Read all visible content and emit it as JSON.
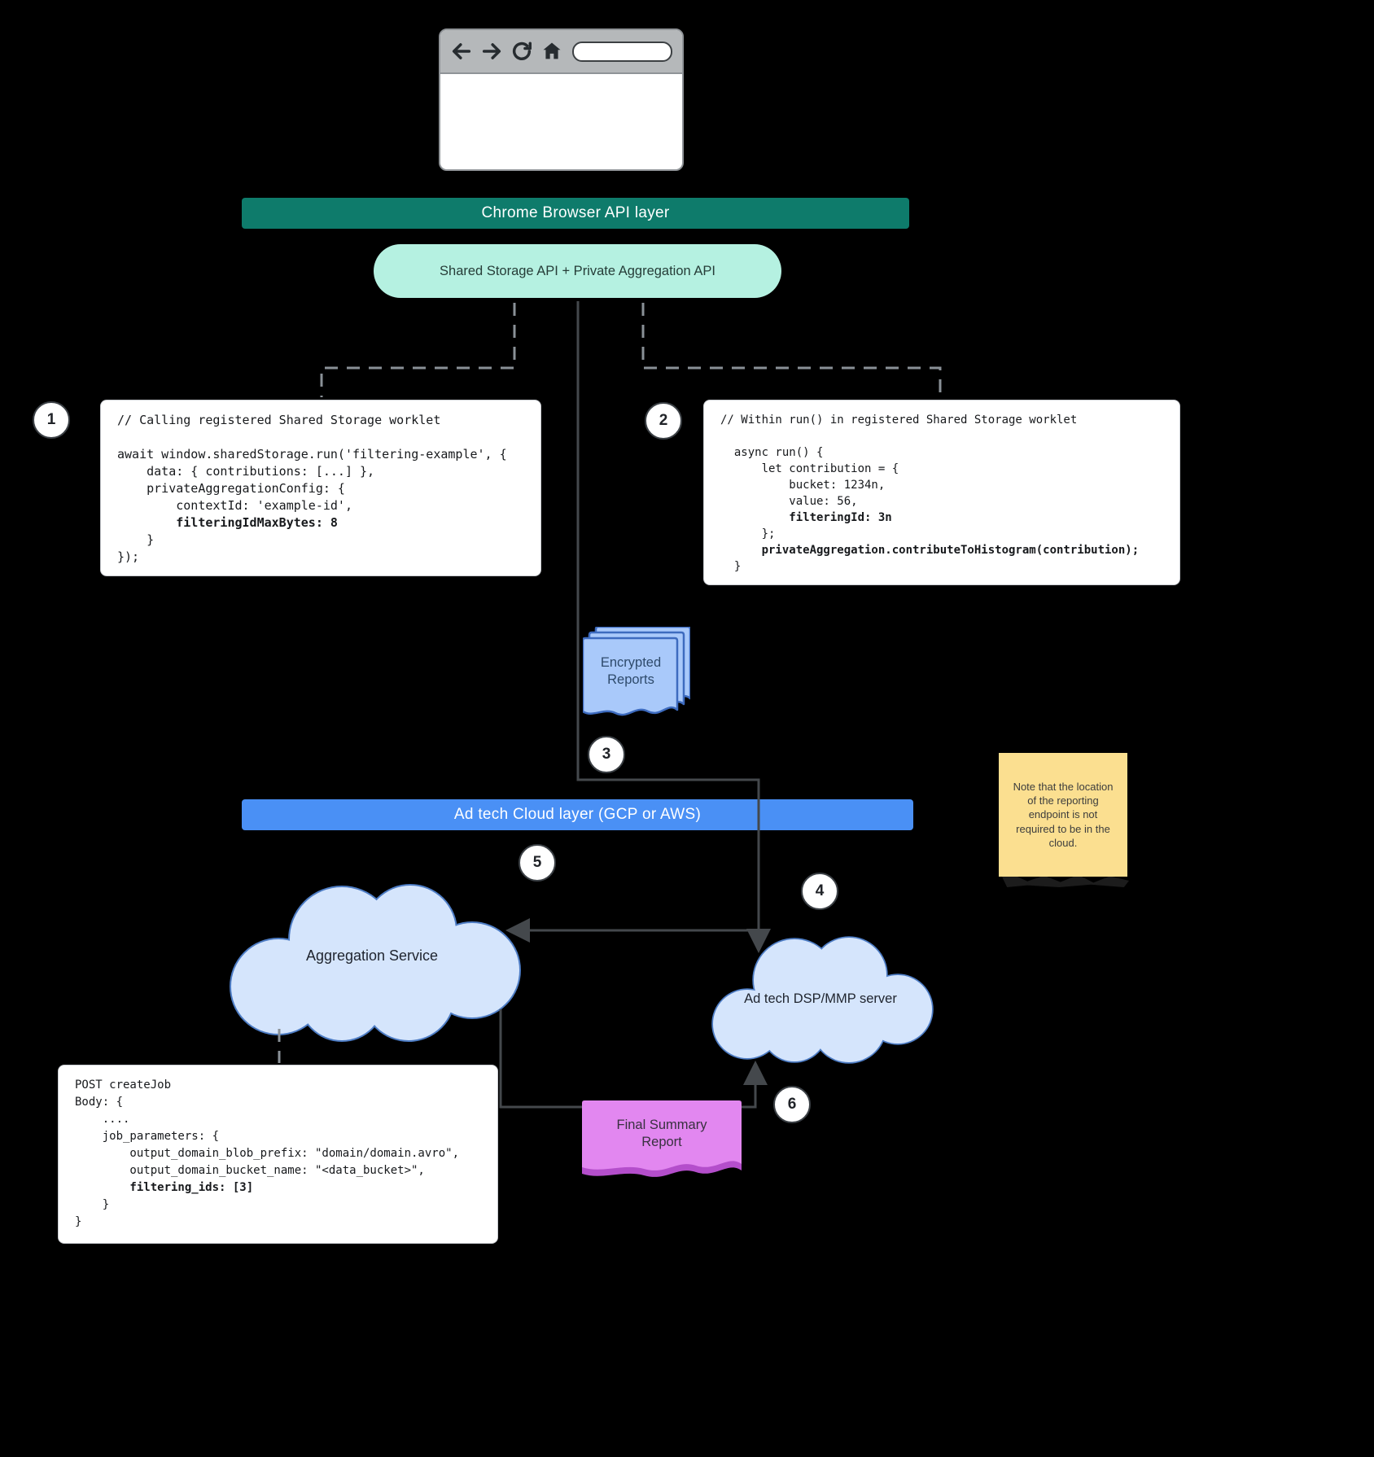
{
  "browser": {
    "icons": {
      "back": "back-arrow",
      "forward": "forward-arrow",
      "refresh": "refresh",
      "home": "home"
    },
    "url_value": ""
  },
  "banners": {
    "chrome_api": "Chrome Browser API layer",
    "cloud_layer": "Ad tech Cloud layer (GCP or AWS)"
  },
  "api_pill": "Shared Storage API + Private Aggregation API",
  "steps": [
    "1",
    "2",
    "3",
    "4",
    "5",
    "6"
  ],
  "code": {
    "worklet_call": [
      {
        "t": "// Calling registered Shared Storage worklet",
        "b": false
      },
      {
        "t": "",
        "b": false
      },
      {
        "t": "await window.sharedStorage.run('filtering-example', {",
        "b": false
      },
      {
        "t": "    data: { contributions: [...] },",
        "b": false
      },
      {
        "t": "    privateAggregationConfig: {",
        "b": false
      },
      {
        "t": "        contextId: 'example-id',",
        "b": false
      },
      {
        "t": "        filteringIdMaxBytes: 8",
        "b": true
      },
      {
        "t": "    }",
        "b": false
      },
      {
        "t": "});",
        "b": false
      }
    ],
    "worklet_run": [
      {
        "t": "// Within run() in registered Shared Storage worklet",
        "b": false
      },
      {
        "t": "",
        "b": false
      },
      {
        "t": "  async run() {",
        "b": false
      },
      {
        "t": "      let contribution = {",
        "b": false
      },
      {
        "t": "          bucket: 1234n,",
        "b": false
      },
      {
        "t": "          value: 56,",
        "b": false
      },
      {
        "t": "          filteringId: 3n",
        "b": true
      },
      {
        "t": "      };",
        "b": false
      },
      {
        "t": "      privateAggregation.contributeToHistogram(contribution);",
        "b": true
      },
      {
        "t": "  }",
        "b": false
      }
    ],
    "create_job": [
      {
        "t": "POST createJob",
        "b": false
      },
      {
        "t": "Body: {",
        "b": false
      },
      {
        "t": "    ....",
        "b": false
      },
      {
        "t": "    job_parameters: {",
        "b": false
      },
      {
        "t": "        output_domain_blob_prefix: \"domain/domain.avro\",",
        "b": false
      },
      {
        "t": "        output_domain_bucket_name: \"<data_bucket>\",",
        "b": false
      },
      {
        "t": "        filtering_ids: [3]",
        "b": true
      },
      {
        "t": "    }",
        "b": false
      },
      {
        "t": "}",
        "b": false
      }
    ]
  },
  "docs": {
    "encrypted_reports": {
      "line1": "Encrypted",
      "line2": "Reports"
    },
    "final_summary": {
      "line1": "Final Summary",
      "line2": "Report"
    }
  },
  "clouds": {
    "aggregation": "Aggregation Service",
    "dsp": "Ad tech DSP/MMP server"
  },
  "note": "Note that the location of the reporting endpoint is not required to be in the cloud.",
  "colors": {
    "teal_banner": "#0e7b6b",
    "mint_pill": "#b5f1e1",
    "blue_banner": "#4a90f5",
    "cloud_fill": "#d5e5fc",
    "cloud_stroke": "#4d7cc4",
    "report_fill": "#a9c9fa",
    "summary_fill": "#e287f0",
    "note_fill": "#fbdf90",
    "flow_line": "#44484c",
    "dashed_line": "#8a9197"
  }
}
